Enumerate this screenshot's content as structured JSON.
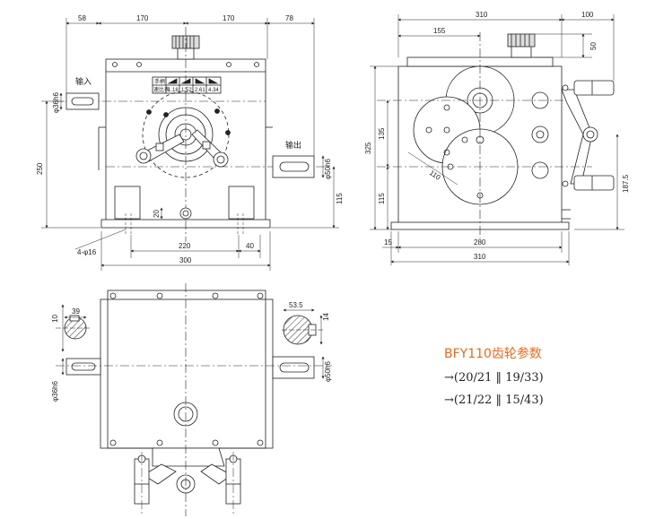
{
  "front_view": {
    "top_dims": [
      "58",
      "170",
      "170",
      "78"
    ],
    "left_dims": [
      "250"
    ],
    "bottom_dims": [
      "220",
      "40",
      "300"
    ],
    "right_dims": [
      "115"
    ],
    "shaft_left_dia": "φ36h6",
    "shaft_right_dia": "φ50h6",
    "bolt_holes": "4-φ16",
    "inner_dim": "20",
    "label_input": "输入",
    "label_output": "输出",
    "speed_plate": {
      "header": "手柄",
      "row_label": "速比表",
      "ratios": [
        "1.18",
        "1.52",
        "2.61",
        "4.34"
      ]
    }
  },
  "side_view": {
    "top_dims": [
      "310",
      "100",
      "155",
      "50"
    ],
    "left_dims": [
      "325",
      "135",
      "115"
    ],
    "gear_dim": "110",
    "right_dim": "187.5",
    "bottom_dims": [
      "15",
      "280",
      "310"
    ]
  },
  "top_view": {
    "left_dims": [
      "10",
      "39"
    ],
    "right_dims": [
      "53.5",
      "14"
    ],
    "shaft_right_dia": "φ50h6",
    "shaft_left_dia": "φ36h6"
  },
  "gear_params": {
    "title": "BFY110齿轮参数",
    "rows": [
      "→(20/21 ‖ 19/33)",
      "→(21/22 ‖ 15/43)"
    ]
  }
}
